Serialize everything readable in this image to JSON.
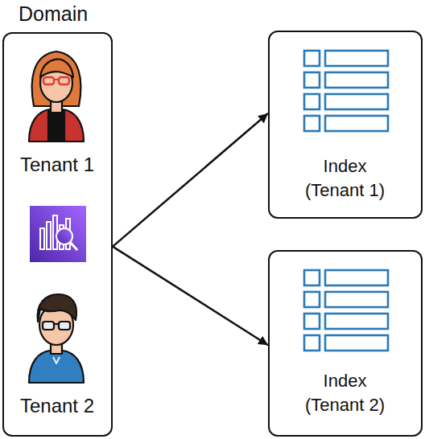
{
  "diagram": {
    "nodes": [
      {
        "text": [
          "Domain",
          "Tenant 1",
          "Tenant 2"
        ]
      },
      {
        "text": [
          "Index (Tenant 1)"
        ]
      },
      {
        "text": [
          "Index (Tenant 2)"
        ]
      }
    ],
    "edges": [
      {
        "from": 0,
        "to": 1,
        "arrow": "to"
      },
      {
        "from": 0,
        "to": 2,
        "arrow": "to"
      }
    ]
  }
}
